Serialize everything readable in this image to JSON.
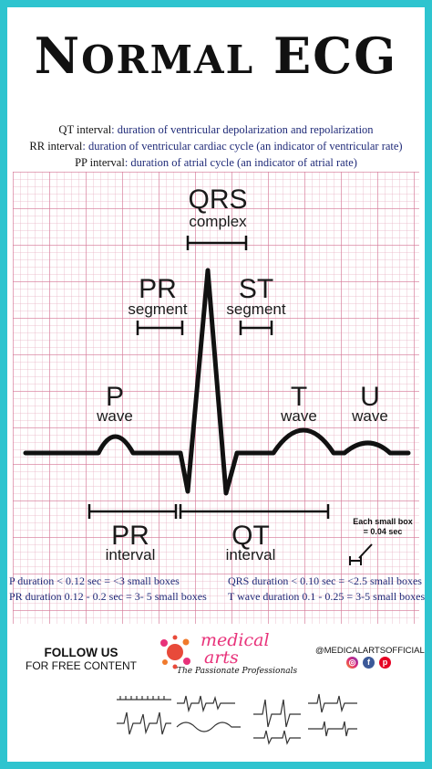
{
  "title": {
    "first_big": "N",
    "first_rest": "ORMAL",
    "second": "ECG"
  },
  "definitions": [
    {
      "term": "QT interval",
      "text": ": duration of ventricular depolarization and repolarization"
    },
    {
      "term": "RR interval",
      "text": ": duration of ventricular cardiac cycle (an indicator of ventricular rate)"
    },
    {
      "term": "PP interval",
      "text": ": duration of atrial cycle (an indicator of atrial rate)"
    }
  ],
  "labels": {
    "qrs": "QRS",
    "qrs_sub": "complex",
    "pr_seg": "PR",
    "pr_seg_sub": "segment",
    "st_seg": "ST",
    "st_seg_sub": "segment",
    "p": "P",
    "p_sub": "wave",
    "t": "T",
    "t_sub": "wave",
    "u": "U",
    "u_sub": "wave",
    "pr_int": "PR",
    "pr_int_sub": "interval",
    "qt_int": "QT",
    "qt_int_sub": "interval",
    "small_box_line1": "Each small box",
    "small_box_line2": "= 0.04 sec"
  },
  "durations": {
    "p": "P duration < 0.12 sec = <3 small boxes",
    "pr": "PR duration 0.12 - 0.2 sec = 3- 5 small boxes",
    "qrs": "QRS duration < 0.10 sec = <2.5 small boxes",
    "t": "T wave duration 0.1 - 0.25 = 3-5 small boxes"
  },
  "footer": {
    "follow_line1": "FOLLOW US",
    "follow_line2": "FOR FREE CONTENT",
    "brand_line1": "medical",
    "brand_line2": "arts",
    "tagline": "The Passionate Professionals",
    "handle": "@MEDICALARTSOFFICIAL",
    "social": [
      "instagram-icon",
      "facebook-icon",
      "pinterest-icon"
    ]
  },
  "colors": {
    "border": "#2ec4cf",
    "grid": "#d6789a",
    "text_blue": "#1f2a78",
    "brand": "#e8327a"
  }
}
